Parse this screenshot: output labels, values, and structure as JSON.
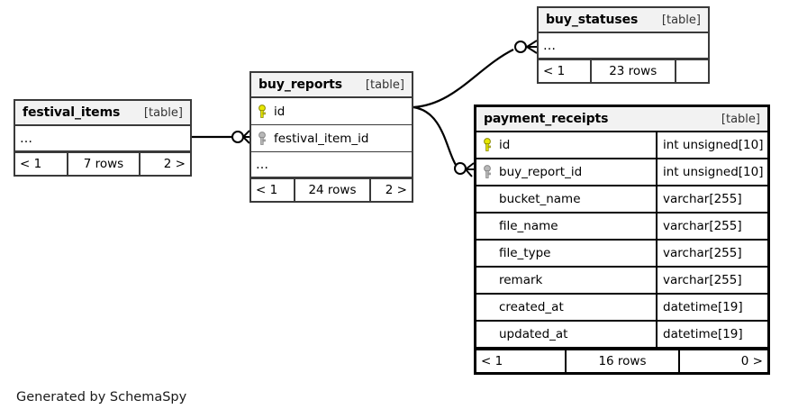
{
  "diagram": {
    "title": "SchemaSpy relationship diagram",
    "footer_text": "Generated by SchemaSpy",
    "colors": {
      "primary_key": "#e8e800",
      "foreign_key": "#b0b0b0",
      "table_header_bg": "#f2f2f2",
      "border": "#3a3a3a",
      "focus_border": "#000000",
      "edge": "#000000"
    },
    "table_kind_label": "[table]",
    "ellipsis": "…"
  },
  "tables": [
    {
      "id": "festival_items",
      "name": "festival_items",
      "kind": "[table]",
      "focus": false,
      "has_ellipsis_row": true,
      "columns": [],
      "footer": {
        "left": "< 1",
        "middle": "7 rows",
        "right": "2 >"
      }
    },
    {
      "id": "buy_reports",
      "name": "buy_reports",
      "kind": "[table]",
      "focus": false,
      "has_ellipsis_row": true,
      "columns": [
        {
          "name": "id",
          "type": "",
          "key": "primary"
        },
        {
          "name": "festival_item_id",
          "type": "",
          "key": "foreign"
        }
      ],
      "footer": {
        "left": "< 1",
        "middle": "24 rows",
        "right": "2 >"
      }
    },
    {
      "id": "buy_statuses",
      "name": "buy_statuses",
      "kind": "[table]",
      "focus": false,
      "has_ellipsis_row": true,
      "columns": [],
      "footer": {
        "left": "< 1",
        "middle": "23 rows",
        "right": ""
      }
    },
    {
      "id": "payment_receipts",
      "name": "payment_receipts",
      "kind": "[table]",
      "focus": true,
      "has_ellipsis_row": false,
      "columns": [
        {
          "name": "id",
          "type": "int unsigned[10]",
          "key": "primary"
        },
        {
          "name": "buy_report_id",
          "type": "int unsigned[10]",
          "key": "foreign"
        },
        {
          "name": "bucket_name",
          "type": "varchar[255]",
          "key": "none"
        },
        {
          "name": "file_name",
          "type": "varchar[255]",
          "key": "none"
        },
        {
          "name": "file_type",
          "type": "varchar[255]",
          "key": "none"
        },
        {
          "name": "remark",
          "type": "varchar[255]",
          "key": "none"
        },
        {
          "name": "created_at",
          "type": "datetime[19]",
          "key": "none"
        },
        {
          "name": "updated_at",
          "type": "datetime[19]",
          "key": "none"
        }
      ],
      "footer": {
        "left": "< 1",
        "middle": "16 rows",
        "right": "0 >"
      }
    }
  ],
  "relationships": [
    {
      "from": "festival_items",
      "to": "buy_reports",
      "to_column": "festival_item_id",
      "cardinality": "zero-or-many"
    },
    {
      "from": "buy_reports",
      "to": "buy_statuses",
      "cardinality": "zero-or-many"
    },
    {
      "from": "buy_reports",
      "to": "payment_receipts",
      "to_column": "buy_report_id",
      "cardinality": "zero-or-many"
    }
  ]
}
